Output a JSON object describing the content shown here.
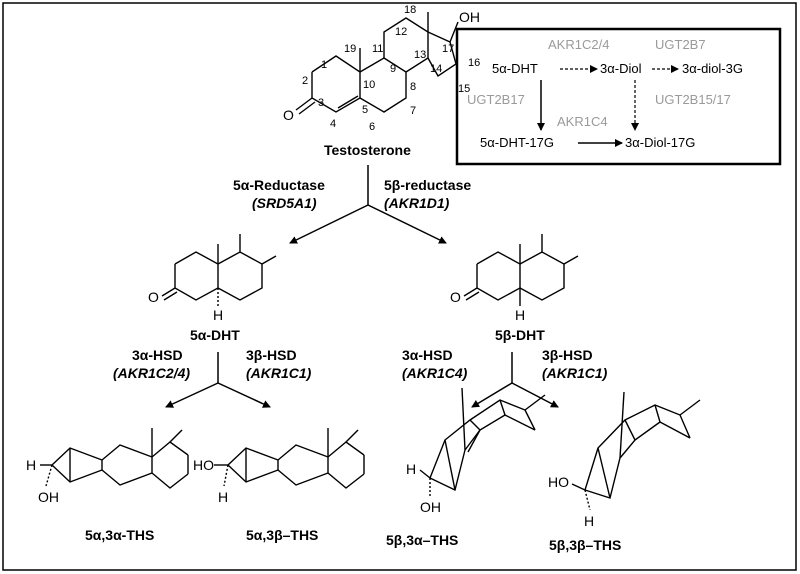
{
  "testosterone": {
    "name": "Testosterone",
    "oh": "OH",
    "o": "O",
    "atoms": [
      "1",
      "2",
      "3",
      "4",
      "5",
      "6",
      "7",
      "8",
      "9",
      "10",
      "11",
      "12",
      "13",
      "14",
      "15",
      "16",
      "17",
      "18",
      "19"
    ]
  },
  "inset": {
    "row1_left": "5α-DHT",
    "row1_mid": "3α-Diol",
    "row1_right": "3α-diol-3G",
    "row2_left": "5α-DHT-17G",
    "row2_right": "3α-Diol-17G",
    "enzyme_akr1c24": "AKR1C2/4",
    "enzyme_ugt2b7": "UGT2B7",
    "enzyme_ugt2b17": "UGT2B17",
    "enzyme_ugt2b1517": "UGT2B15/17",
    "enzyme_akr1c4": "AKR1C4"
  },
  "reductase": {
    "alpha_name": "5α-Reductase",
    "alpha_gene": "(SRD5A1)",
    "beta_name": "5β-reductase",
    "beta_gene": "(AKR1D1)"
  },
  "dht": {
    "alpha_label": "5α-DHT",
    "beta_label": "5β-DHT",
    "o": "O",
    "h": "H"
  },
  "hsd": {
    "a_name": "3α-HSD",
    "a_gene": "(AKR1C2/4)",
    "b_name": "3β-HSD",
    "b_gene": "(AKR1C1)",
    "c_name": "3α-HSD",
    "c_gene": "(AKR1C4)",
    "d_name": "3β-HSD",
    "d_gene": "(AKR1C1)"
  },
  "products": {
    "p1": "5α,3α-THS",
    "p2": "5α,3β–THS",
    "p3": "5β,3α–THS",
    "p4": "5β,3β–THS",
    "h": "H",
    "oh": "OH",
    "ho": "HO"
  }
}
